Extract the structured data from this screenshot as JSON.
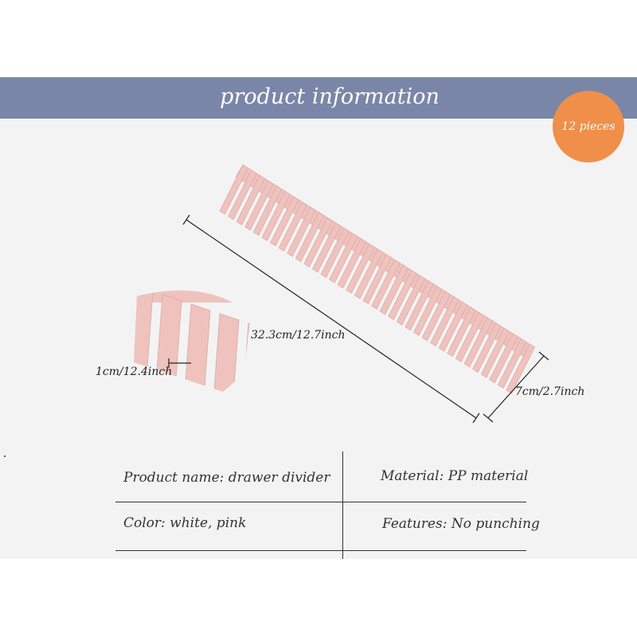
{
  "banner": {
    "title": "product information"
  },
  "badge": {
    "text": "12 pieces"
  },
  "product": {
    "color": "#efc2bd"
  },
  "dimensions": {
    "length": "32.3cm/12.7inch",
    "height": "7cm/2.7inch",
    "slot": "1cm/12.4inch"
  },
  "info": {
    "name": "Product name: drawer divider",
    "material": "Material: PP material",
    "color": "Color: white, pink",
    "features": "Features: No punching"
  }
}
